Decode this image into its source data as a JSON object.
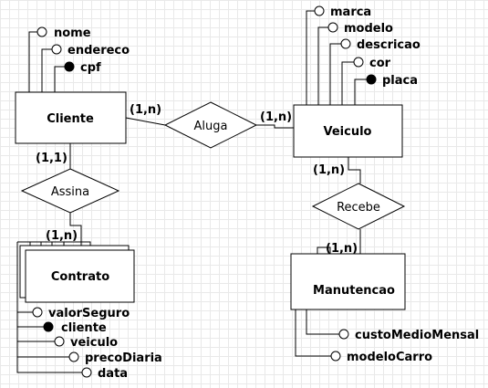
{
  "entities": {
    "cliente": "Cliente",
    "veiculo": "Veiculo",
    "contrato": "Contrato",
    "manutencao": "Manutencao"
  },
  "relationships": {
    "aluga": "Aluga",
    "assina": "Assina",
    "recebe": "Recebe"
  },
  "cardinalities": {
    "cliente_aluga": "(1,n)",
    "aluga_veiculo": "(1,n)",
    "cliente_assina": "(1,1)",
    "assina_contrato": "(1,n)",
    "veiculo_recebe": "(1,n)",
    "recebe_manutencao": "(1,n)"
  },
  "attributes": {
    "cliente": [
      {
        "name": "nome",
        "key": false
      },
      {
        "name": "endereco",
        "key": false
      },
      {
        "name": "cpf",
        "key": true
      }
    ],
    "veiculo": [
      {
        "name": "marca",
        "key": false
      },
      {
        "name": "modelo",
        "key": false
      },
      {
        "name": "descricao",
        "key": false
      },
      {
        "name": "cor",
        "key": false
      },
      {
        "name": "placa",
        "key": true
      }
    ],
    "contrato": [
      {
        "name": "valorSeguro",
        "key": false
      },
      {
        "name": "cliente",
        "key": true
      },
      {
        "name": "veiculo",
        "key": false
      },
      {
        "name": "precoDiaria",
        "key": false
      },
      {
        "name": "data",
        "key": false
      }
    ],
    "manutencao": [
      {
        "name": "custoMedioMensal",
        "key": false
      },
      {
        "name": "modeloCarro",
        "key": false
      }
    ]
  }
}
